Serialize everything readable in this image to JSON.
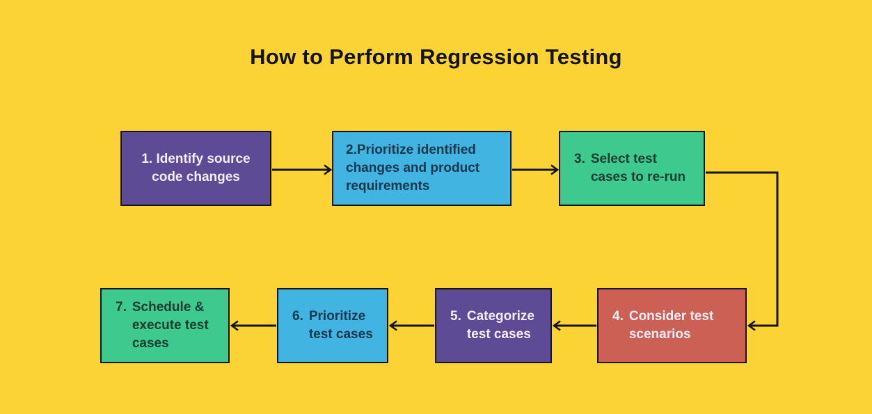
{
  "title": "How to Perform Regression Testing",
  "palette": {
    "background": "#fcd335",
    "purple": "#5d4b96",
    "blue": "#41b4e2",
    "green": "#3ec98e",
    "red": "#cc6055",
    "light_text": "#f3eef7",
    "dark_blue_text": "#17374d",
    "dark_green_text": "#1a3c30",
    "line": "#141414"
  },
  "steps": [
    {
      "num": "1.",
      "text": "Identify source code changes"
    },
    {
      "num": "2.",
      "text": "Prioritize identified changes and product requirements"
    },
    {
      "num": "3.",
      "text": "Select test cases to re-run"
    },
    {
      "num": "4.",
      "text": "Consider test scenarios"
    },
    {
      "num": "5.",
      "text": "Categorize test cases"
    },
    {
      "num": "6.",
      "text": "Prioritize test cases"
    },
    {
      "num": "7.",
      "text": "Schedule & execute test cases"
    }
  ]
}
